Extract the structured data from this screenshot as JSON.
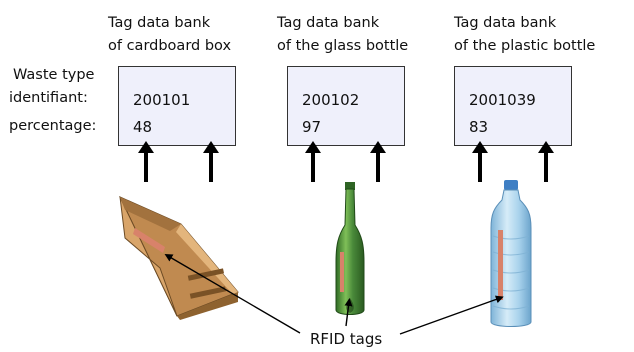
{
  "labels": {
    "waste_type_line1": "Waste type",
    "waste_type_line2": "identifiant:",
    "percentage": "percentage:",
    "rfid": "RFID tags"
  },
  "banks": [
    {
      "title_line1": "Tag data bank",
      "title_line2": "of cardboard box",
      "waste_type": "200101",
      "percentage": "48"
    },
    {
      "title_line1": "Tag data bank",
      "title_line2": "of the glass bottle",
      "waste_type": "200102",
      "percentage": "97"
    },
    {
      "title_line1": "Tag data bank",
      "title_line2": "of the plastic bottle",
      "waste_type": "2001039",
      "percentage": "83"
    }
  ],
  "colors": {
    "box_fill": "#eff0fb",
    "cardboard": "#c8955a",
    "glass": "#4a8a3a",
    "plastic": "#a8d2ec",
    "tag": "#d8826a"
  },
  "images": [
    "cardboard-box",
    "glass-bottle",
    "plastic-bottle"
  ]
}
